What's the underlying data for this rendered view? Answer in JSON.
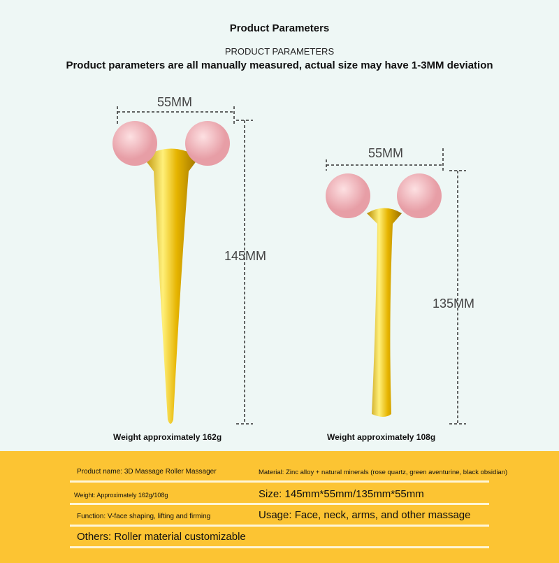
{
  "header": {
    "title": "Product Parameters",
    "subtitle": "PRODUCT PARAMETERS",
    "note": "Product parameters are all manually measured, actual size may have 1-3MM deviation"
  },
  "left_product": {
    "width": "55MM",
    "height": "145MM",
    "weight": "Weight approximately 162g"
  },
  "right_product": {
    "width": "55MM",
    "height": "135MM",
    "weight": "Weight approximately 108g"
  },
  "specs": {
    "name": "Product name: 3D Massage Roller Massager",
    "material": "Material: Zinc alloy + natural minerals (rose quartz, green aventurine, black obsidian)",
    "weight": "Weight: Approximately 162g/108g",
    "size": "Size: 145mm*55mm/135mm*55mm",
    "function": "Function: V-face shaping, lifting and firming",
    "usage": "Usage: Face, neck, arms, and other massage",
    "others": "Others: Roller material customizable"
  },
  "colors": {
    "background": "#eef7f5",
    "band": "#fcc433",
    "gold": "#e8b800",
    "quartz": "#f2b3b8"
  }
}
